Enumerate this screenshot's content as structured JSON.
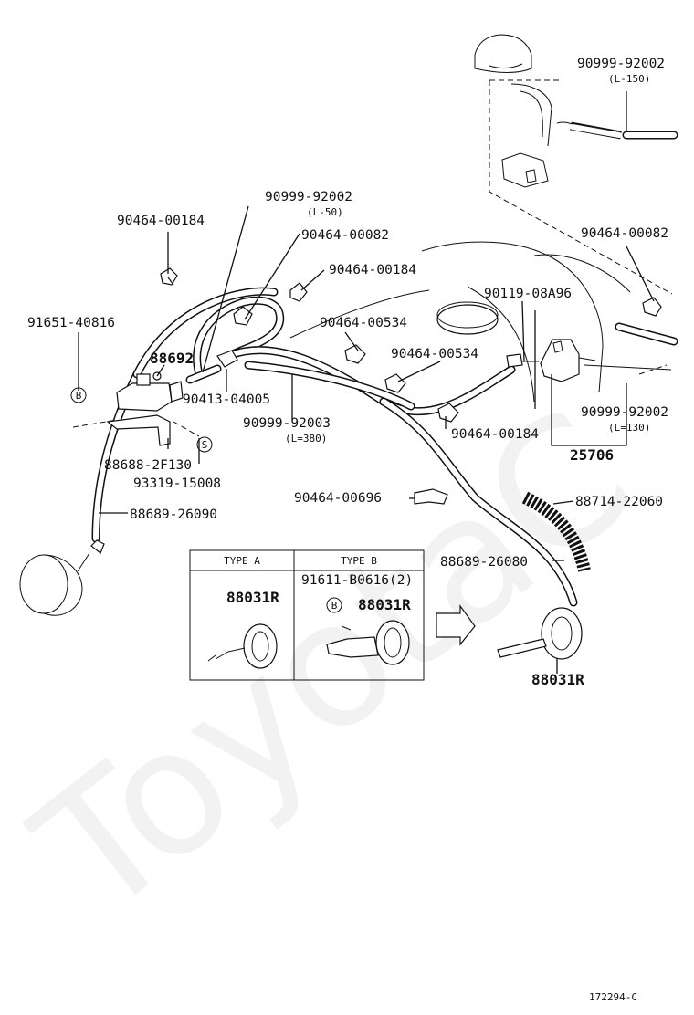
{
  "parts": {
    "p_90999_92002_top": "90999-92002",
    "p_90999_92002_top_len": "(L-150)",
    "p_90999_92002_mid": "90999-92002",
    "p_90999_92002_mid_len": "(L-50)",
    "p_90464_00184_a": "90464-00184",
    "p_90464_00082_a": "90464-00082",
    "p_90464_00082_b": "90464-00082",
    "p_90464_00184_b": "90464-00184",
    "p_90119_08A96": "90119-08A96",
    "p_91651_40816": "91651-40816",
    "p_90464_00534_a": "90464-00534",
    "p_88692": "88692",
    "p_90464_00534_b": "90464-00534",
    "p_90413_04005": "90413-04005",
    "p_90999_92002_low": "90999-92002",
    "p_90999_92002_low_len": "(L=130)",
    "p_90999_92003": "90999-92003",
    "p_90999_92003_len": "(L=380)",
    "p_90464_00184_c": "90464-00184",
    "p_25706": "25706",
    "p_88688_2F130": "88688-2F130",
    "p_93319_15008": "93319-15008",
    "p_88689_26090": "88689-26090",
    "p_90464_00696": "90464-00696",
    "p_88714_22060": "88714-22060",
    "p_88689_26080": "88689-26080",
    "p_91611_B0616": "91611-B0616(2)",
    "p_88031R_a": "88031R",
    "p_88031R_b": "88031R",
    "p_88031R_c": "88031R"
  },
  "callouts": {
    "b_left": "B",
    "s_left": "S",
    "b_box": "B"
  },
  "type_box": {
    "type_a": "TYPE A",
    "type_b": "TYPE B"
  },
  "footer": {
    "ref": "172294-C"
  },
  "watermark": "ToyotaC"
}
